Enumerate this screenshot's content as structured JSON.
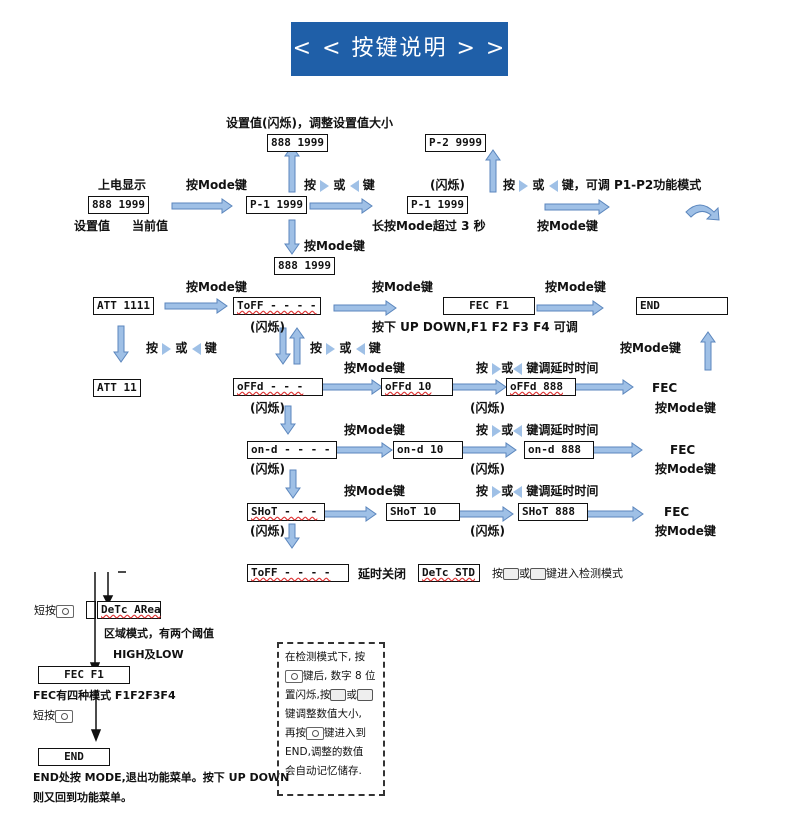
{
  "banner": "< < 按键说明 > >",
  "top": {
    "setval_caption": "设置值(闪烁)，调整设置值大小",
    "box_888_top": "888 1999",
    "box_p2": "P-2 9999",
    "poweron_label": "上电显示",
    "box_888_left": "888 1999",
    "setval_label": "设置值",
    "curval_label": "当前值",
    "press_mode_1": "按Mode键",
    "box_p1": "P-1 1999",
    "press_ud_1_a": "按",
    "press_ud_1_b": "或",
    "press_ud_1_c": "键",
    "blink_1": "(闪烁)",
    "box_p1b": "P-1 1999",
    "press_ud_2_a": "按",
    "press_ud_2_b": "或",
    "press_ud_2_c": "键，可调 P1-P2功能模式",
    "long_press": "长按Mode超过 3 秒",
    "press_mode_2": "按Mode键",
    "press_mode_3": "按Mode键",
    "box_888_bottom": "888 1999"
  },
  "mid": {
    "press_mode_a": "按Mode键",
    "press_mode_b": "按Mode键",
    "press_mode_c": "按Mode键",
    "box_att": "ATT 1111",
    "box_toff": "ToFF - - - -",
    "box_fec": "FEC  F1",
    "box_end": "END",
    "blink_toff": "(闪烁)",
    "fec_hint": "按下 UP DOWN,F1 F2 F3 F4 可调",
    "press_ud_att_a": "按",
    "press_ud_att_b": "或",
    "press_ud_att_c": "键",
    "press_ud_toff_a": "按",
    "press_ud_toff_b": "或",
    "press_ud_toff_c": "键",
    "press_mode_end": "按Mode键",
    "box_att11": "ATT    11",
    "rows": [
      {
        "mode": "按Mode键",
        "delay": "键调延时时间",
        "b1": "oFFd - - -",
        "b2": "oFFd   10",
        "b3": "oFFd  888",
        "fec": "FEC",
        "modekey": "按Mode键",
        "blink1": "(闪烁)",
        "blink2": "(闪烁)"
      },
      {
        "mode": "按Mode键",
        "delay": "键调延时时间",
        "b1": "on-d - - - -",
        "b2": "on-d   10",
        "b3": "on-d  888",
        "fec": "FEC",
        "modekey": "按Mode键",
        "blink1": "(闪烁)",
        "blink2": "(闪烁)"
      },
      {
        "mode": "按Mode键",
        "delay": "键调延时时间",
        "b1": "SHoT - - -",
        "b2": "SHoT    10",
        "b3": "SHoT  888",
        "fec": "FEC",
        "modekey": "按Mode键",
        "blink1": "(闪烁)",
        "blink2": "(闪烁)"
      }
    ],
    "press_a": "按",
    "or_a": "或",
    "box_toff2": "ToFF - - - -",
    "delay_off": "延时关闭",
    "box_detc_std": "DeTc STD",
    "detect_press": "按",
    "detect_or": "或",
    "detect_enter": "键进入检测模式"
  },
  "left": {
    "short_press_1": "短按",
    "box_detc_area": "DeTc ARea",
    "zone_mode": "区域模式，有两个阈值",
    "high_low": "HIGH及LOW",
    "box_fec": "FEC F1",
    "fec_four": "FEC有四种模式 F1F2F3F4",
    "short_press_2": "短按",
    "box_end": "END",
    "end_note_1": "END处按 MODE,退出功能菜单。按下 UP DOWN",
    "end_note_2": "则又回到功能菜单。"
  },
  "note": {
    "l1": "在检测模式下, 按",
    "l2": "键后, 数字 8 位",
    "l3": "置闪烁,按",
    "l3b": "或",
    "l4": "键调整数值大小,",
    "l5": "再按",
    "l5b": "键进入到",
    "l6": "END,调整的数值",
    "l7": "会自动记忆储存."
  }
}
